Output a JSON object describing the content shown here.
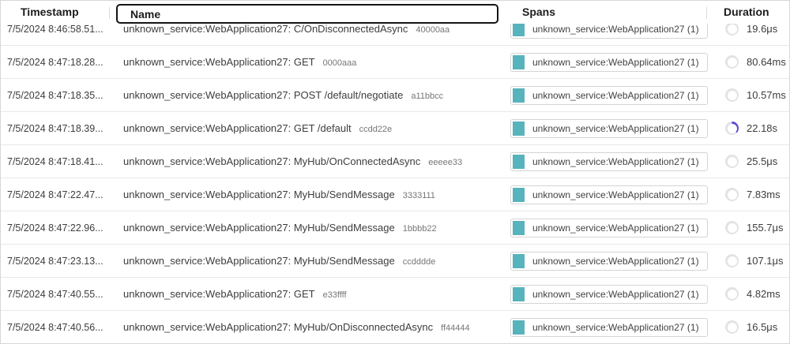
{
  "colors": {
    "span_swatch_teal": "#57b3bc",
    "progress_arc_purple": "#5747d6",
    "ring_track_gray": "#e3e3e3",
    "focus_border_black": "#141414",
    "row_divider": "#e8e8e8"
  },
  "table": {
    "columns": {
      "timestamp": "Timestamp",
      "name": "Name",
      "spans": "Spans",
      "duration": "Duration"
    },
    "rows": [
      {
        "timestamp": "7/5/2024 8:46:58.51...",
        "name": "unknown_service:WebApplication27: C/OnDisconnectedAsync",
        "trace_id": "40000aa",
        "span": "unknown_service:WebApplication27 (1)",
        "duration": "19.6μs",
        "progress_deg": 0
      },
      {
        "timestamp": "7/5/2024 8:47:18.28...",
        "name": "unknown_service:WebApplication27: GET",
        "trace_id": "0000aaa",
        "span": "unknown_service:WebApplication27 (1)",
        "duration": "80.64ms",
        "progress_deg": 0
      },
      {
        "timestamp": "7/5/2024 8:47:18.35...",
        "name": "unknown_service:WebApplication27: POST /default/negotiate",
        "trace_id": "a11bbcc",
        "span": "unknown_service:WebApplication27 (1)",
        "duration": "10.57ms",
        "progress_deg": 0
      },
      {
        "timestamp": "7/5/2024 8:47:18.39...",
        "name": "unknown_service:WebApplication27: GET /default",
        "trace_id": "ccdd22e",
        "span": "unknown_service:WebApplication27 (1)",
        "duration": "22.18s",
        "progress_deg": 135
      },
      {
        "timestamp": "7/5/2024 8:47:18.41...",
        "name": "unknown_service:WebApplication27: MyHub/OnConnectedAsync",
        "trace_id": "eeeee33",
        "span": "unknown_service:WebApplication27 (1)",
        "duration": "25.5μs",
        "progress_deg": 0
      },
      {
        "timestamp": "7/5/2024 8:47:22.47...",
        "name": "unknown_service:WebApplication27: MyHub/SendMessage",
        "trace_id": "3333111",
        "span": "unknown_service:WebApplication27 (1)",
        "duration": "7.83ms",
        "progress_deg": 0
      },
      {
        "timestamp": "7/5/2024 8:47:22.96...",
        "name": "unknown_service:WebApplication27: MyHub/SendMessage",
        "trace_id": "1bbbb22",
        "span": "unknown_service:WebApplication27 (1)",
        "duration": "155.7μs",
        "progress_deg": 0
      },
      {
        "timestamp": "7/5/2024 8:47:23.13...",
        "name": "unknown_service:WebApplication27: MyHub/SendMessage",
        "trace_id": "ccdddde",
        "span": "unknown_service:WebApplication27 (1)",
        "duration": "107.1μs",
        "progress_deg": 0
      },
      {
        "timestamp": "7/5/2024 8:47:40.55...",
        "name": "unknown_service:WebApplication27: GET",
        "trace_id": "e33ffff",
        "span": "unknown_service:WebApplication27 (1)",
        "duration": "4.82ms",
        "progress_deg": 0
      },
      {
        "timestamp": "7/5/2024 8:47:40.56...",
        "name": "unknown_service:WebApplication27: MyHub/OnDisconnectedAsync",
        "trace_id": "ff44444",
        "span": "unknown_service:WebApplication27 (1)",
        "duration": "16.5μs",
        "progress_deg": 0
      }
    ]
  }
}
